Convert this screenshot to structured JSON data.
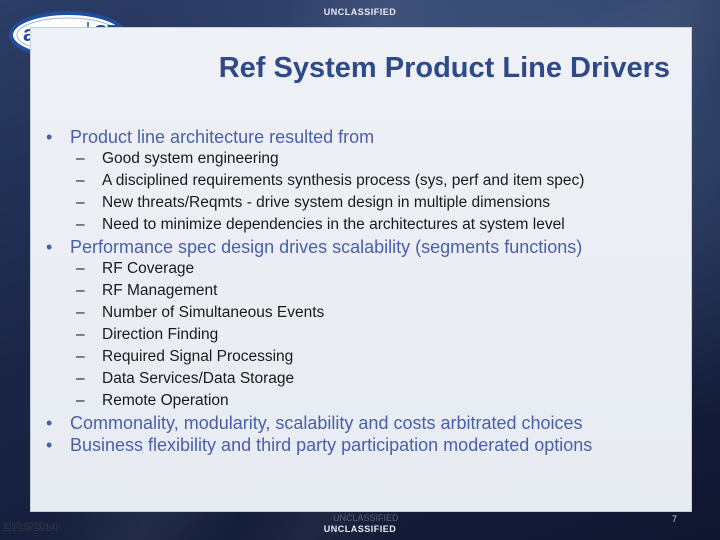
{
  "classification": {
    "top": "UNCLASSIFIED",
    "bottom": "UNCLASSIFIED"
  },
  "logo": {
    "word1": "argon",
    "word2": "ST",
    "ring_color": "#1f4e9a",
    "fill_color": "#ffffff"
  },
  "slide": {
    "title": "Ref System Product Line Drivers",
    "bullets": [
      {
        "text": "Product line architecture resulted from",
        "subs": [
          "Good system engineering",
          "A disciplined requirements synthesis process (sys, perf and item spec)",
          "New threats/Reqmts - drive system design in multiple dimensions",
          "Need to minimize dependencies in the architectures at system level"
        ]
      },
      {
        "text": "Performance spec design drives scalability (segments functions)",
        "subs": [
          "RF Coverage",
          "RF Management",
          "Number of Simultaneous Events",
          "Direction Finding",
          "Required Signal Processing",
          "Data Services/Data Storage",
          "Remote Operation"
        ]
      },
      {
        "text": "Commonality, modularity, scalability and costs arbitrated choices",
        "subs": []
      },
      {
        "text": "Business flexibility and third party participation moderated options",
        "subs": []
      }
    ]
  },
  "footer": {
    "date": "11/15/2014",
    "page": "7",
    "ghost": "UNCLASSIFIED"
  },
  "colors": {
    "title": "#2f4a8a",
    "bullet": "#4a5fa8",
    "sub": "#1a1a1a"
  }
}
